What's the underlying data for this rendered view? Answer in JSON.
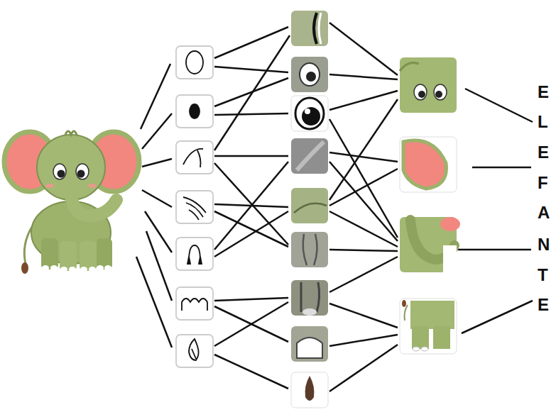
{
  "diagram": {
    "labels": [
      "E",
      "L",
      "E",
      "F",
      "A",
      "N",
      "T",
      "E"
    ]
  }
}
